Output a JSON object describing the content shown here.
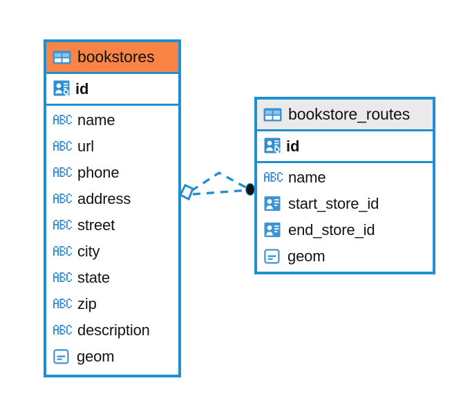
{
  "diagram": {
    "type": "entity-relationship-diagram",
    "background_color": "#ffffff",
    "accent_color": "#1f8fd4",
    "entities": [
      {
        "name": "bookstores",
        "header_color": "#fa8445",
        "border_color": "#1f8fd4",
        "icon": "table-grid-icon",
        "fields": [
          {
            "label": "id",
            "icon": "primary-key-icon",
            "key": "primary"
          },
          {
            "label": "name",
            "icon": "abc-text-icon",
            "key": "none"
          },
          {
            "label": "url",
            "icon": "abc-text-icon",
            "key": "none"
          },
          {
            "label": "phone",
            "icon": "abc-text-icon",
            "key": "none"
          },
          {
            "label": "address",
            "icon": "abc-text-icon",
            "key": "none"
          },
          {
            "label": "street",
            "icon": "abc-text-icon",
            "key": "none"
          },
          {
            "label": "city",
            "icon": "abc-text-icon",
            "key": "none"
          },
          {
            "label": "state",
            "icon": "abc-text-icon",
            "key": "none"
          },
          {
            "label": "zip",
            "icon": "abc-text-icon",
            "key": "none"
          },
          {
            "label": "description",
            "icon": "abc-text-icon",
            "key": "none"
          },
          {
            "label": "geom",
            "icon": "geometry-icon",
            "key": "none"
          }
        ]
      },
      {
        "name": "bookstore_routes",
        "header_color": "#eaeaea",
        "border_color": "#1f8fd4",
        "icon": "table-grid-icon",
        "fields": [
          {
            "label": "id",
            "icon": "primary-key-icon",
            "key": "primary"
          },
          {
            "label": "name",
            "icon": "abc-text-icon",
            "key": "none"
          },
          {
            "label": "start_store_id",
            "icon": "foreign-key-icon",
            "key": "foreign"
          },
          {
            "label": "end_store_id",
            "icon": "foreign-key-icon",
            "key": "foreign"
          },
          {
            "label": "geom",
            "icon": "geometry-icon",
            "key": "none"
          }
        ]
      }
    ],
    "relationship": {
      "style": "dashed",
      "color": "#1f8fd4",
      "source_marker": "diamond-outline",
      "target_marker": "filled-circle",
      "target_marker_color": "#111111",
      "from_entity": "bookstores",
      "to_entity": "bookstore_routes"
    }
  }
}
